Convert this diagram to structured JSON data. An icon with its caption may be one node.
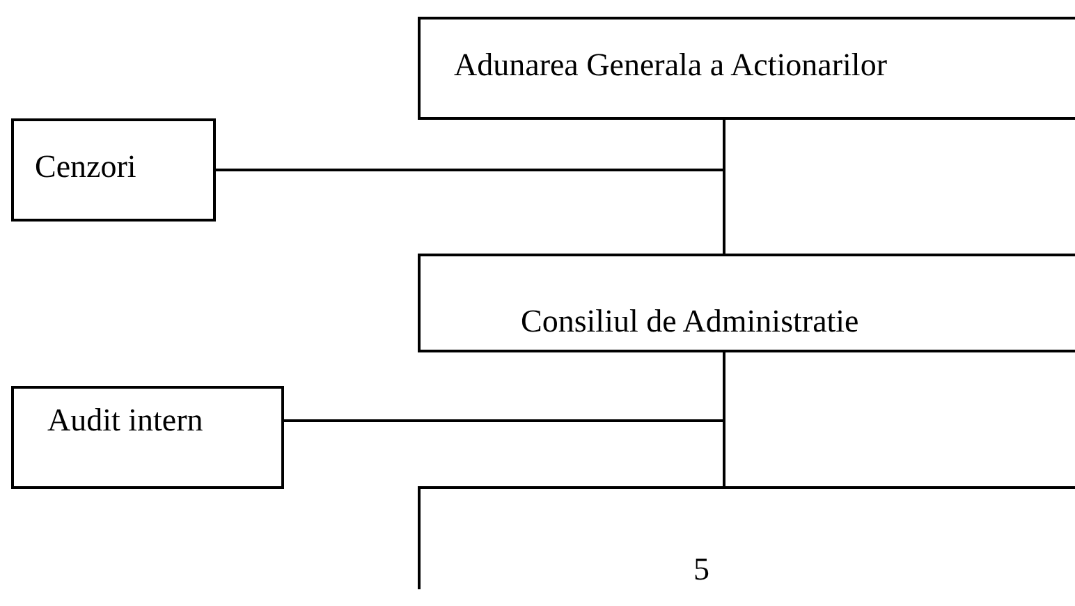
{
  "diagram": {
    "nodes": [
      {
        "text": [
          "Adunarea Generala a Actionarilor"
        ]
      },
      {
        "text": [
          "Cenzori"
        ]
      },
      {
        "text": [
          "Consiliul de Administratie"
        ]
      },
      {
        "text": [
          "Audit intern"
        ]
      },
      {
        "text": [],
        "shape": "box"
      }
    ],
    "edges": [
      {
        "from": 0,
        "to": 2,
        "arrow": "none"
      },
      {
        "from": 1,
        "to": 0,
        "arrow": "none"
      },
      {
        "from": 2,
        "to": 4,
        "arrow": "none"
      },
      {
        "from": 3,
        "to": 2,
        "arrow": "none"
      }
    ],
    "labels": [
      "5"
    ]
  }
}
